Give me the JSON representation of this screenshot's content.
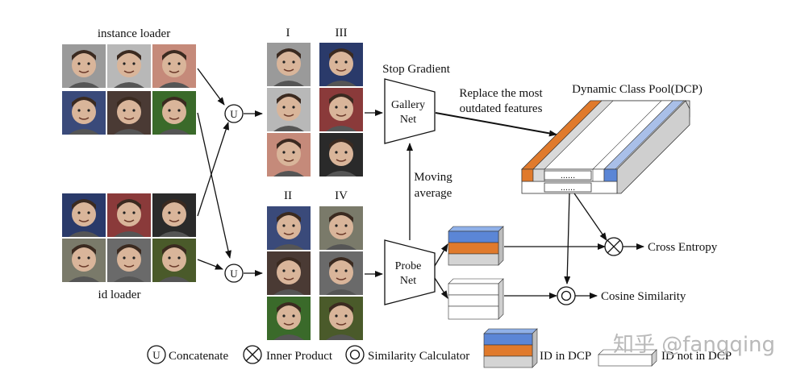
{
  "loaders": {
    "instance": "instance loader",
    "id": "id loader"
  },
  "groups": {
    "i": "I",
    "ii": "II",
    "iii": "III",
    "iv": "IV"
  },
  "nets": {
    "stop_gradient": "Stop Gradient",
    "gallery_line1": "Gallery",
    "gallery_line2": "Net",
    "probe_line1": "Probe",
    "probe_line2": "Net",
    "moving_line1": "Moving",
    "moving_line2": "average"
  },
  "dcp": {
    "title": "Dynamic Class Pool(DCP)",
    "replace_line1": "Replace the most",
    "replace_line2": "outdated features",
    "dots": "......"
  },
  "outputs": {
    "cross_entropy": "Cross Entropy",
    "cosine_similarity": "Cosine Similarity"
  },
  "operators": {
    "concat_symbol": "U"
  },
  "legend": {
    "concat_symbol": "U",
    "concatenate": "Concatenate",
    "inner_product": "Inner Product",
    "similarity_calculator": "Similarity Calculator",
    "id_in_dcp": "ID in DCP",
    "id_not_in_dcp": "ID not in DCP"
  },
  "watermark": "知乎 @fangqing",
  "colors": {
    "orange": "#e07a2c",
    "blue": "#5b86d6",
    "blue_light": "#a9bfe8",
    "gray": "#cfcfcf",
    "line": "#111111"
  }
}
